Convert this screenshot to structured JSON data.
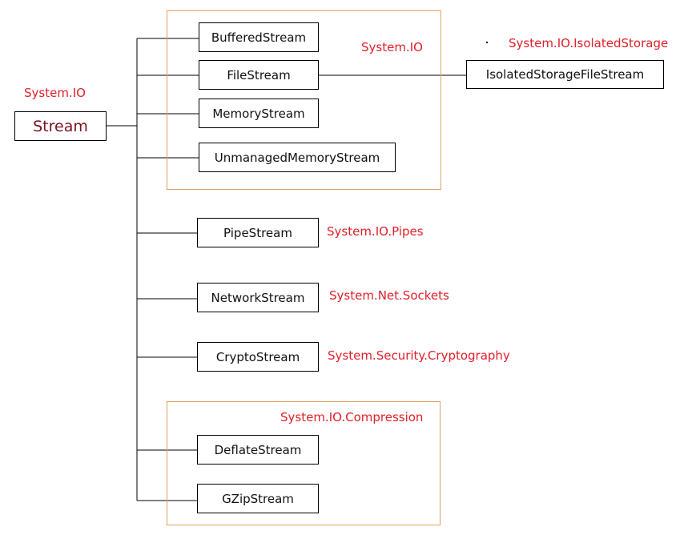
{
  "colors": {
    "namespace_text": "#e0202a",
    "root_text": "#7a1020",
    "class_text": "#111111",
    "frame": "#e0a060",
    "line": "#000000"
  },
  "root": {
    "label": "Stream",
    "namespace": "System.IO"
  },
  "groups": {
    "system_io": {
      "namespace": "System.IO"
    },
    "compression": {
      "namespace": "System.IO.Compression"
    }
  },
  "classes": {
    "buffered_stream": "BufferedStream",
    "file_stream": "FileStream",
    "memory_stream": "MemoryStream",
    "unmanaged_memory_stream": "UnmanagedMemoryStream",
    "pipe_stream": "PipeStream",
    "network_stream": "NetworkStream",
    "crypto_stream": "CryptoStream",
    "deflate_stream": "DeflateStream",
    "gzip_stream": "GZipStream",
    "isolated_storage_file_stream": "IsolatedStorageFileStream"
  },
  "namespaces": {
    "pipes": "System.IO.Pipes",
    "sockets": "System.Net.Sockets",
    "cryptography": "System.Security.Cryptography",
    "isolated_storage": "System.IO.IsolatedStorage"
  }
}
